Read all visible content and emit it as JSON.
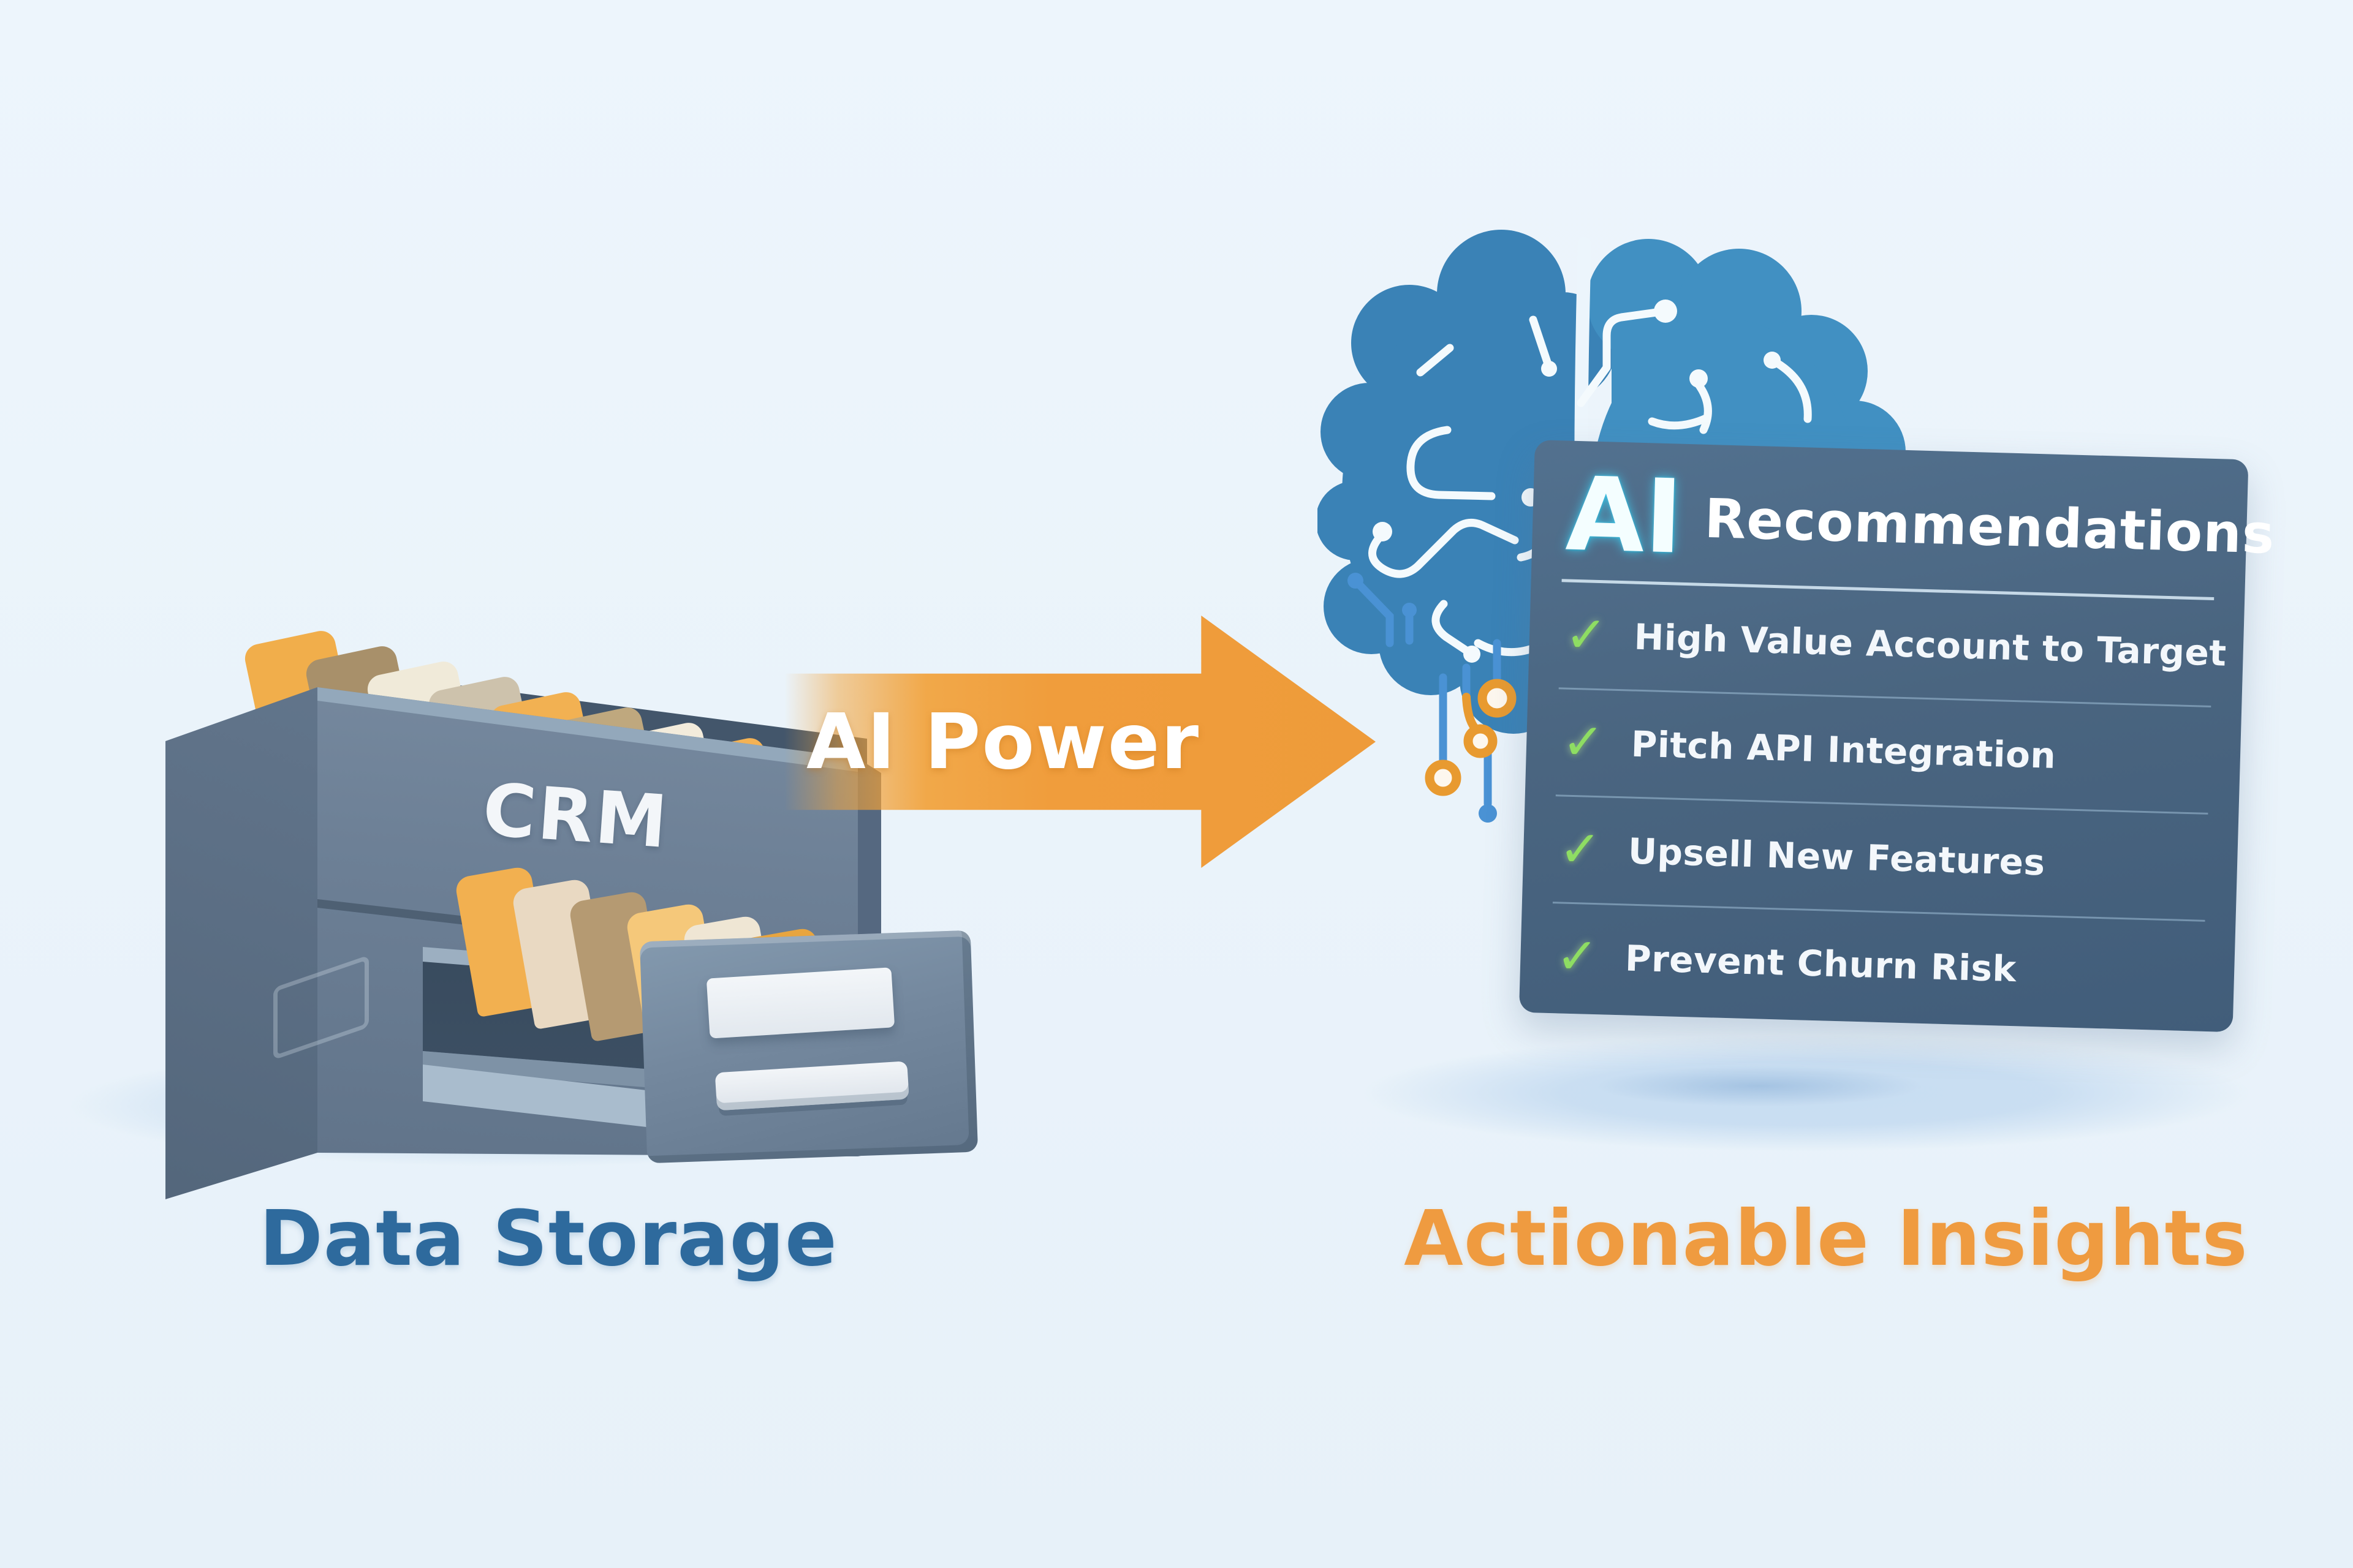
{
  "illustration": {
    "background_color": "#eaf3fa",
    "left": {
      "cabinet_label": "CRM",
      "caption": "Data Storage",
      "caption_color": "#2e6a9d",
      "cabinet_color": "#6d8096",
      "folder_accent_color": "#f2b152"
    },
    "flow": {
      "arrow_label": "AI Power",
      "arrow_color": "#f09d3c"
    },
    "right": {
      "caption": "Actionable Insights",
      "caption_color": "#ef9b40",
      "brain_color": "#3a82b6",
      "circuit_node_orange": "#e89a30",
      "circuit_node_blue": "#4a92d4",
      "panel": {
        "background_color": "#4a6580",
        "title_prefix": "AI",
        "title": "Recommendations",
        "check_char": "✓",
        "check_color": "#8edd63",
        "items": [
          {
            "label": "High Value Account to Target"
          },
          {
            "label": "Pitch API Integration"
          },
          {
            "label": "Upsell New Features"
          },
          {
            "label": "Prevent Churn Risk"
          }
        ]
      }
    }
  }
}
